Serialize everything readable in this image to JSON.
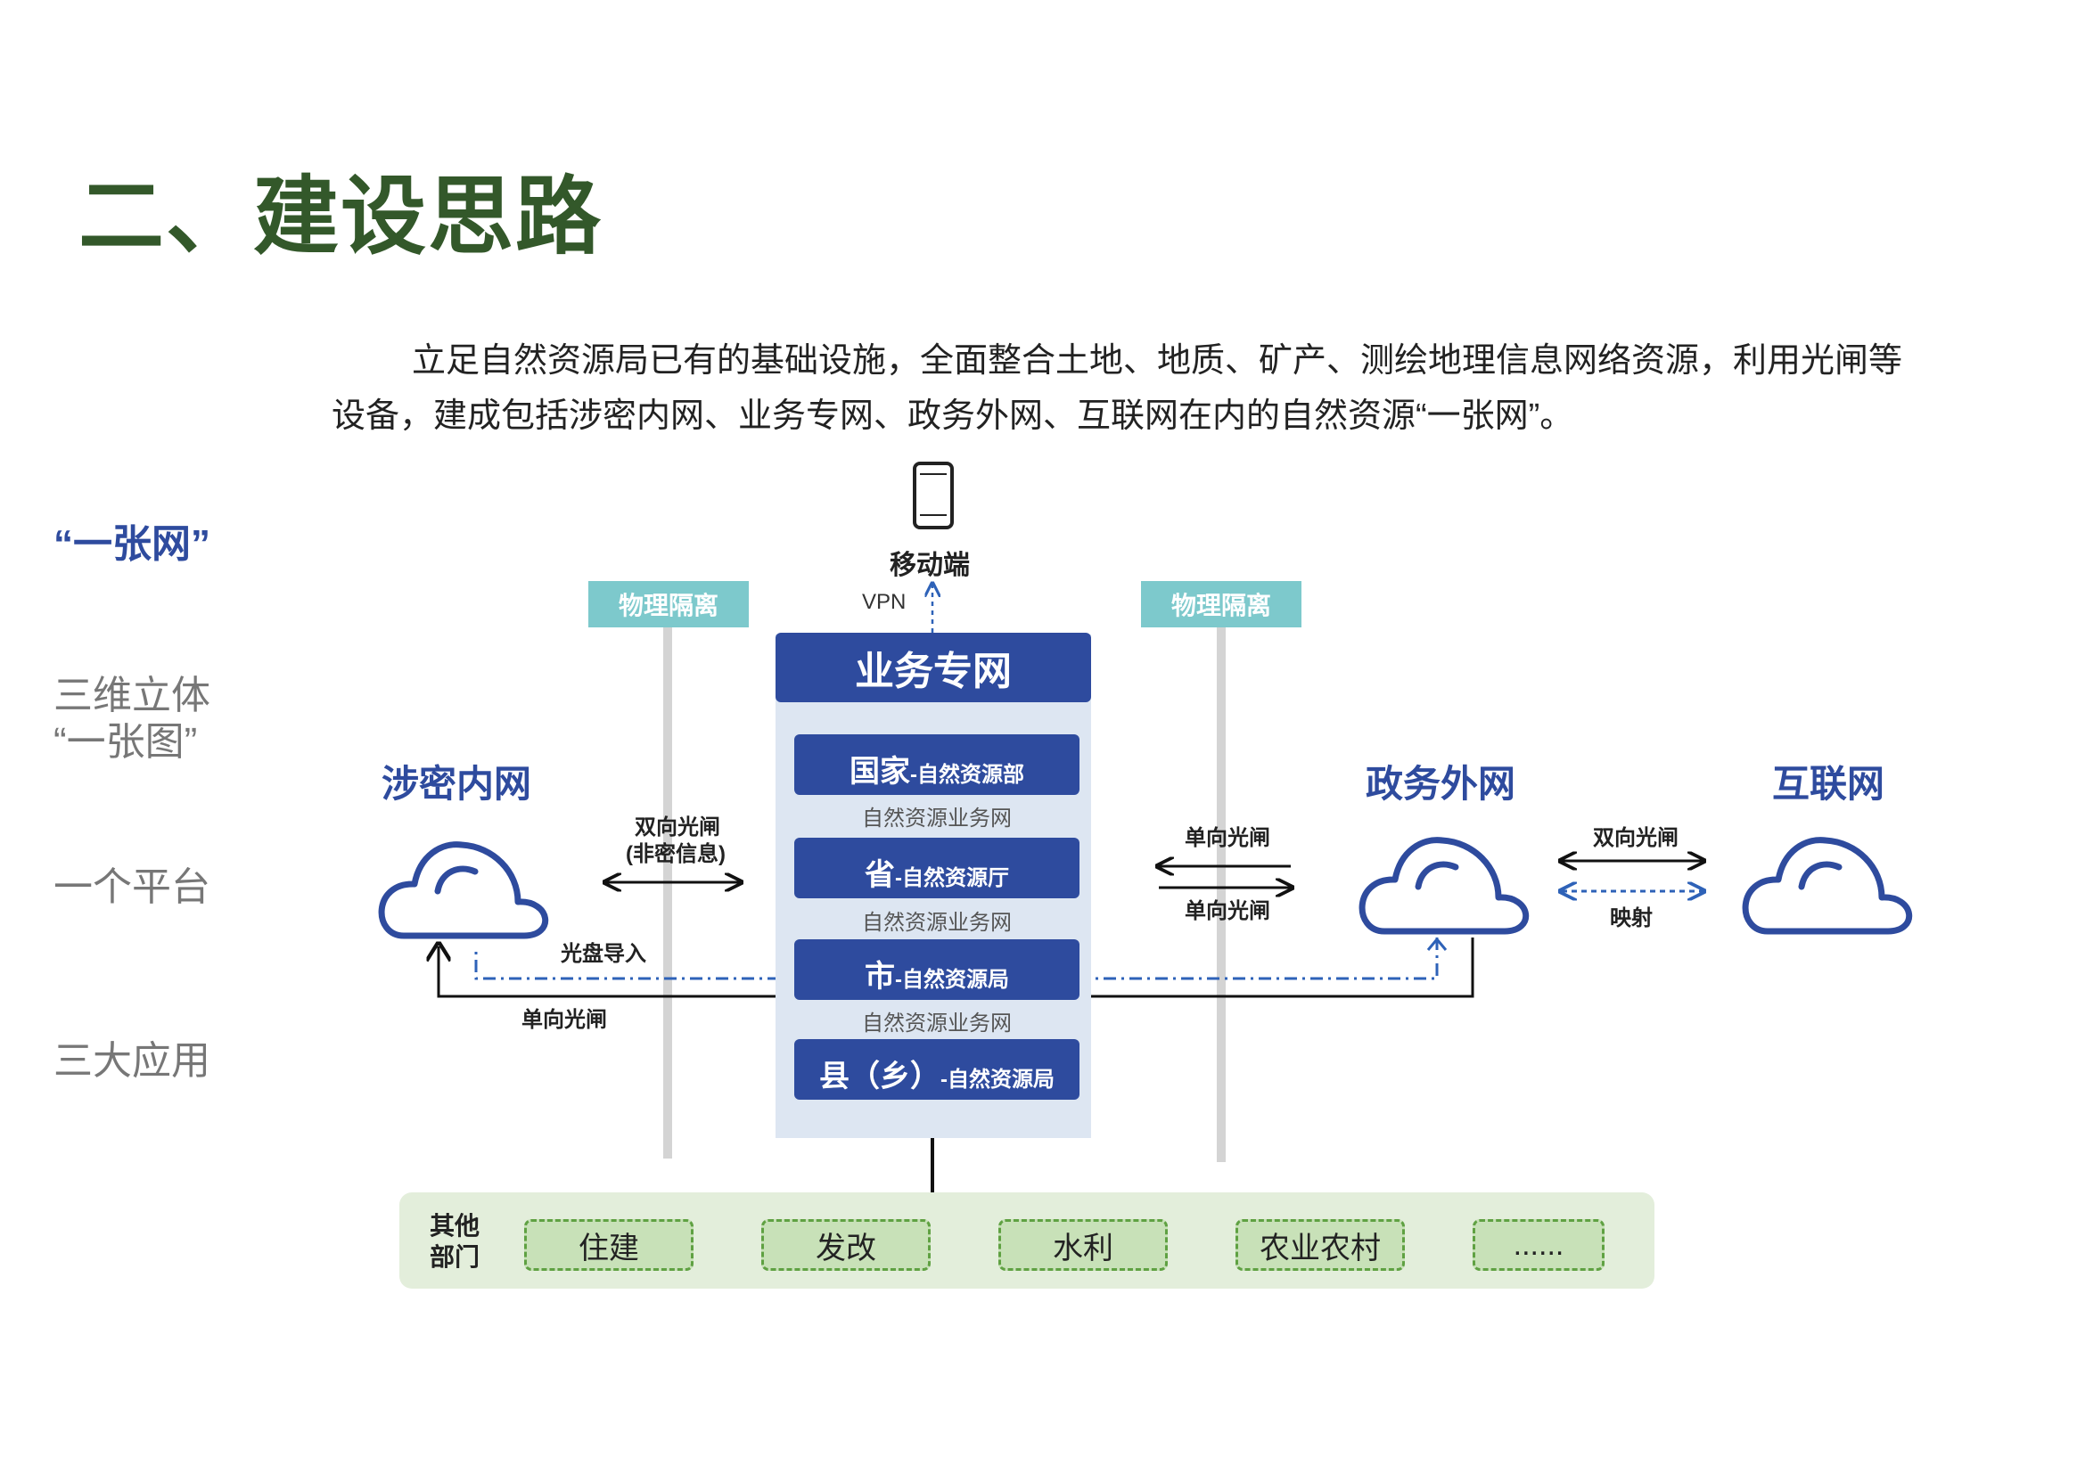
{
  "title": "二、建设思路",
  "intro": {
    "line1": "立足自然资源局已有的基础设施，全面整合土地、地质、矿产、测绘地理信息网络资源，利用光闸等",
    "line2": "设备，建成包括涉密内网、业务专网、政务外网、互联网在内的自然资源“一张网”。"
  },
  "sidebar": {
    "items": [
      {
        "label": "“一张网”",
        "active": true
      },
      {
        "label": "三维立体",
        "active": false
      },
      {
        "label": "“一张图”",
        "active": false
      },
      {
        "label": "一个平台",
        "active": false
      },
      {
        "label": "三大应用",
        "active": false
      }
    ]
  },
  "diagram": {
    "mobile_label": "移动端",
    "vpn_label": "VPN",
    "isolation_label": "物理隔离",
    "biz_network_title": "业务专网",
    "levels": [
      {
        "main": "国家",
        "sub": "-自然资源部"
      },
      {
        "main": "省",
        "sub": "-自然资源厅"
      },
      {
        "main": "市",
        "sub": "-自然资源局"
      },
      {
        "main": "县（乡）",
        "sub": "-自然资源局"
      }
    ],
    "biz_subnet_label": "自然资源业务网",
    "networks": {
      "classified": "涉密内网",
      "gov_external": "政务外网",
      "internet": "互联网"
    },
    "links": {
      "bidirectional_gate": "双向光闸",
      "non_classified": "(非密信息)",
      "unidirectional_gate": "单向光闸",
      "disc_import": "光盘导入",
      "mapping": "映射"
    },
    "colors": {
      "brand_blue": "#2e4b9e",
      "title_green": "#33582a",
      "isolation_teal": "#7dc9cc",
      "dept_green": "#5fa142"
    }
  },
  "departments": {
    "label_line1": "其他",
    "label_line2": "部门",
    "items": [
      "住建",
      "发改",
      "水利",
      "农业农村",
      "......"
    ]
  }
}
